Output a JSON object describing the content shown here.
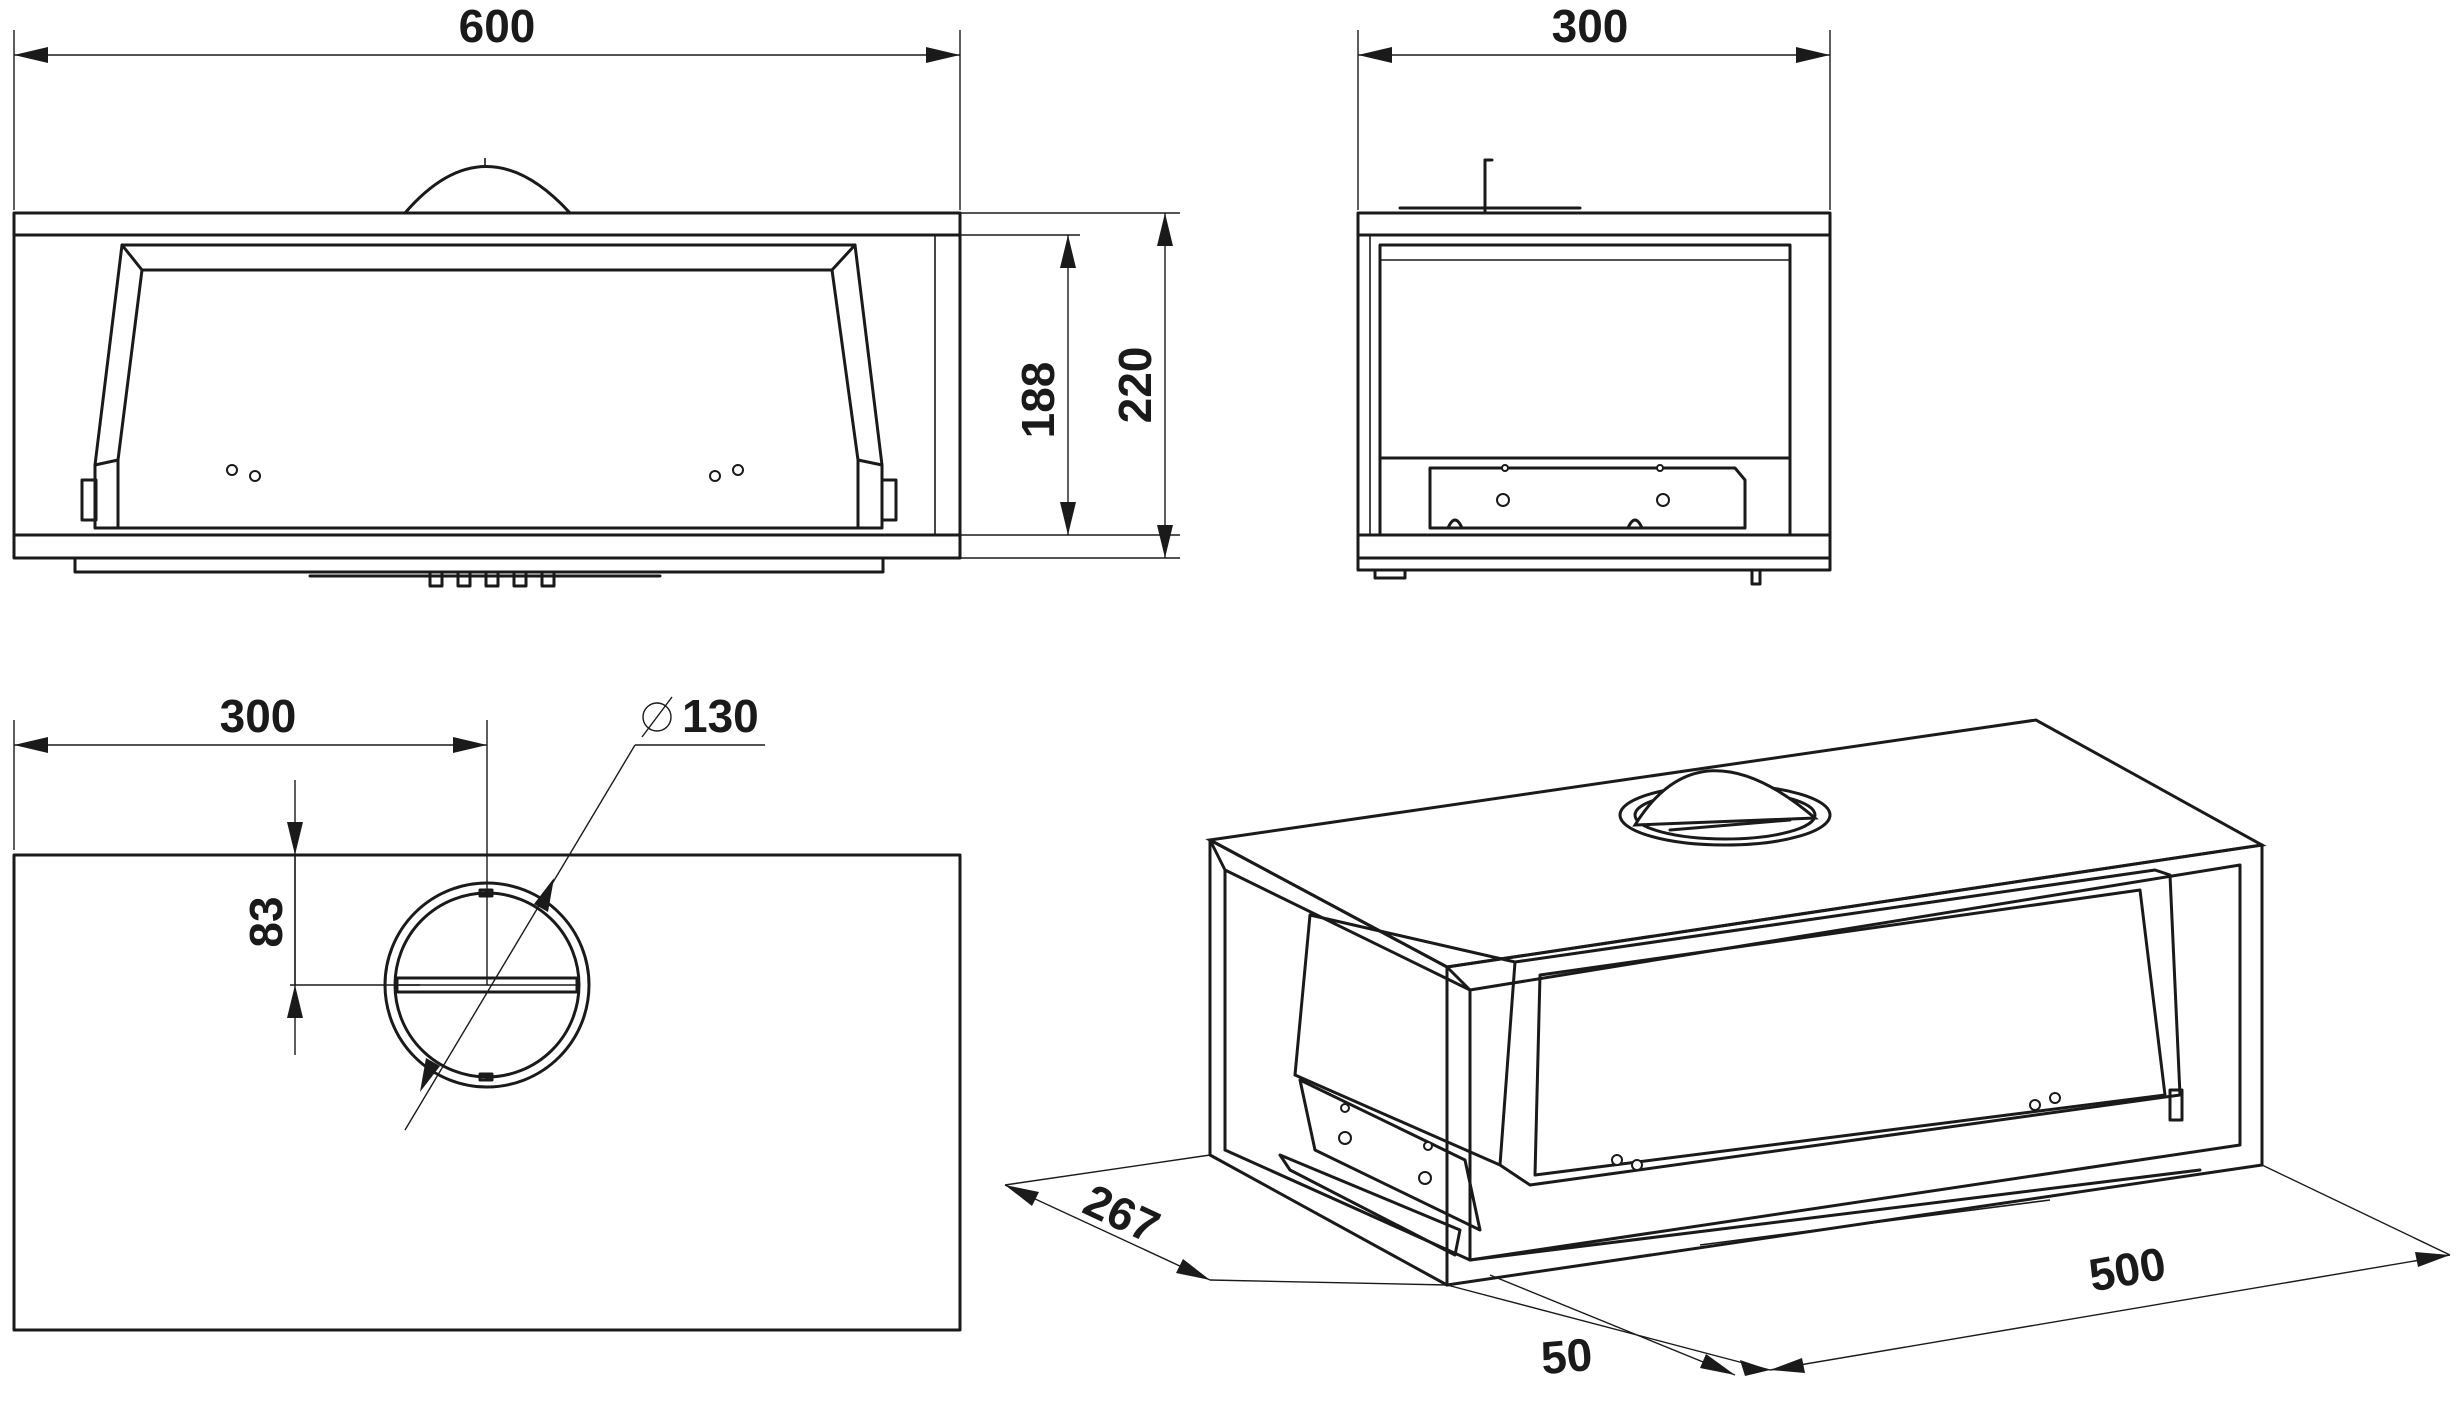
{
  "dimensions": {
    "front_width": "600",
    "front_height_inner": "188",
    "front_height_outer": "220",
    "side_depth": "300",
    "top_offset_x": "300",
    "top_offset_y": "83",
    "duct_diameter": "130",
    "iso_depth": "267",
    "iso_width": "500",
    "iso_front": "50"
  }
}
